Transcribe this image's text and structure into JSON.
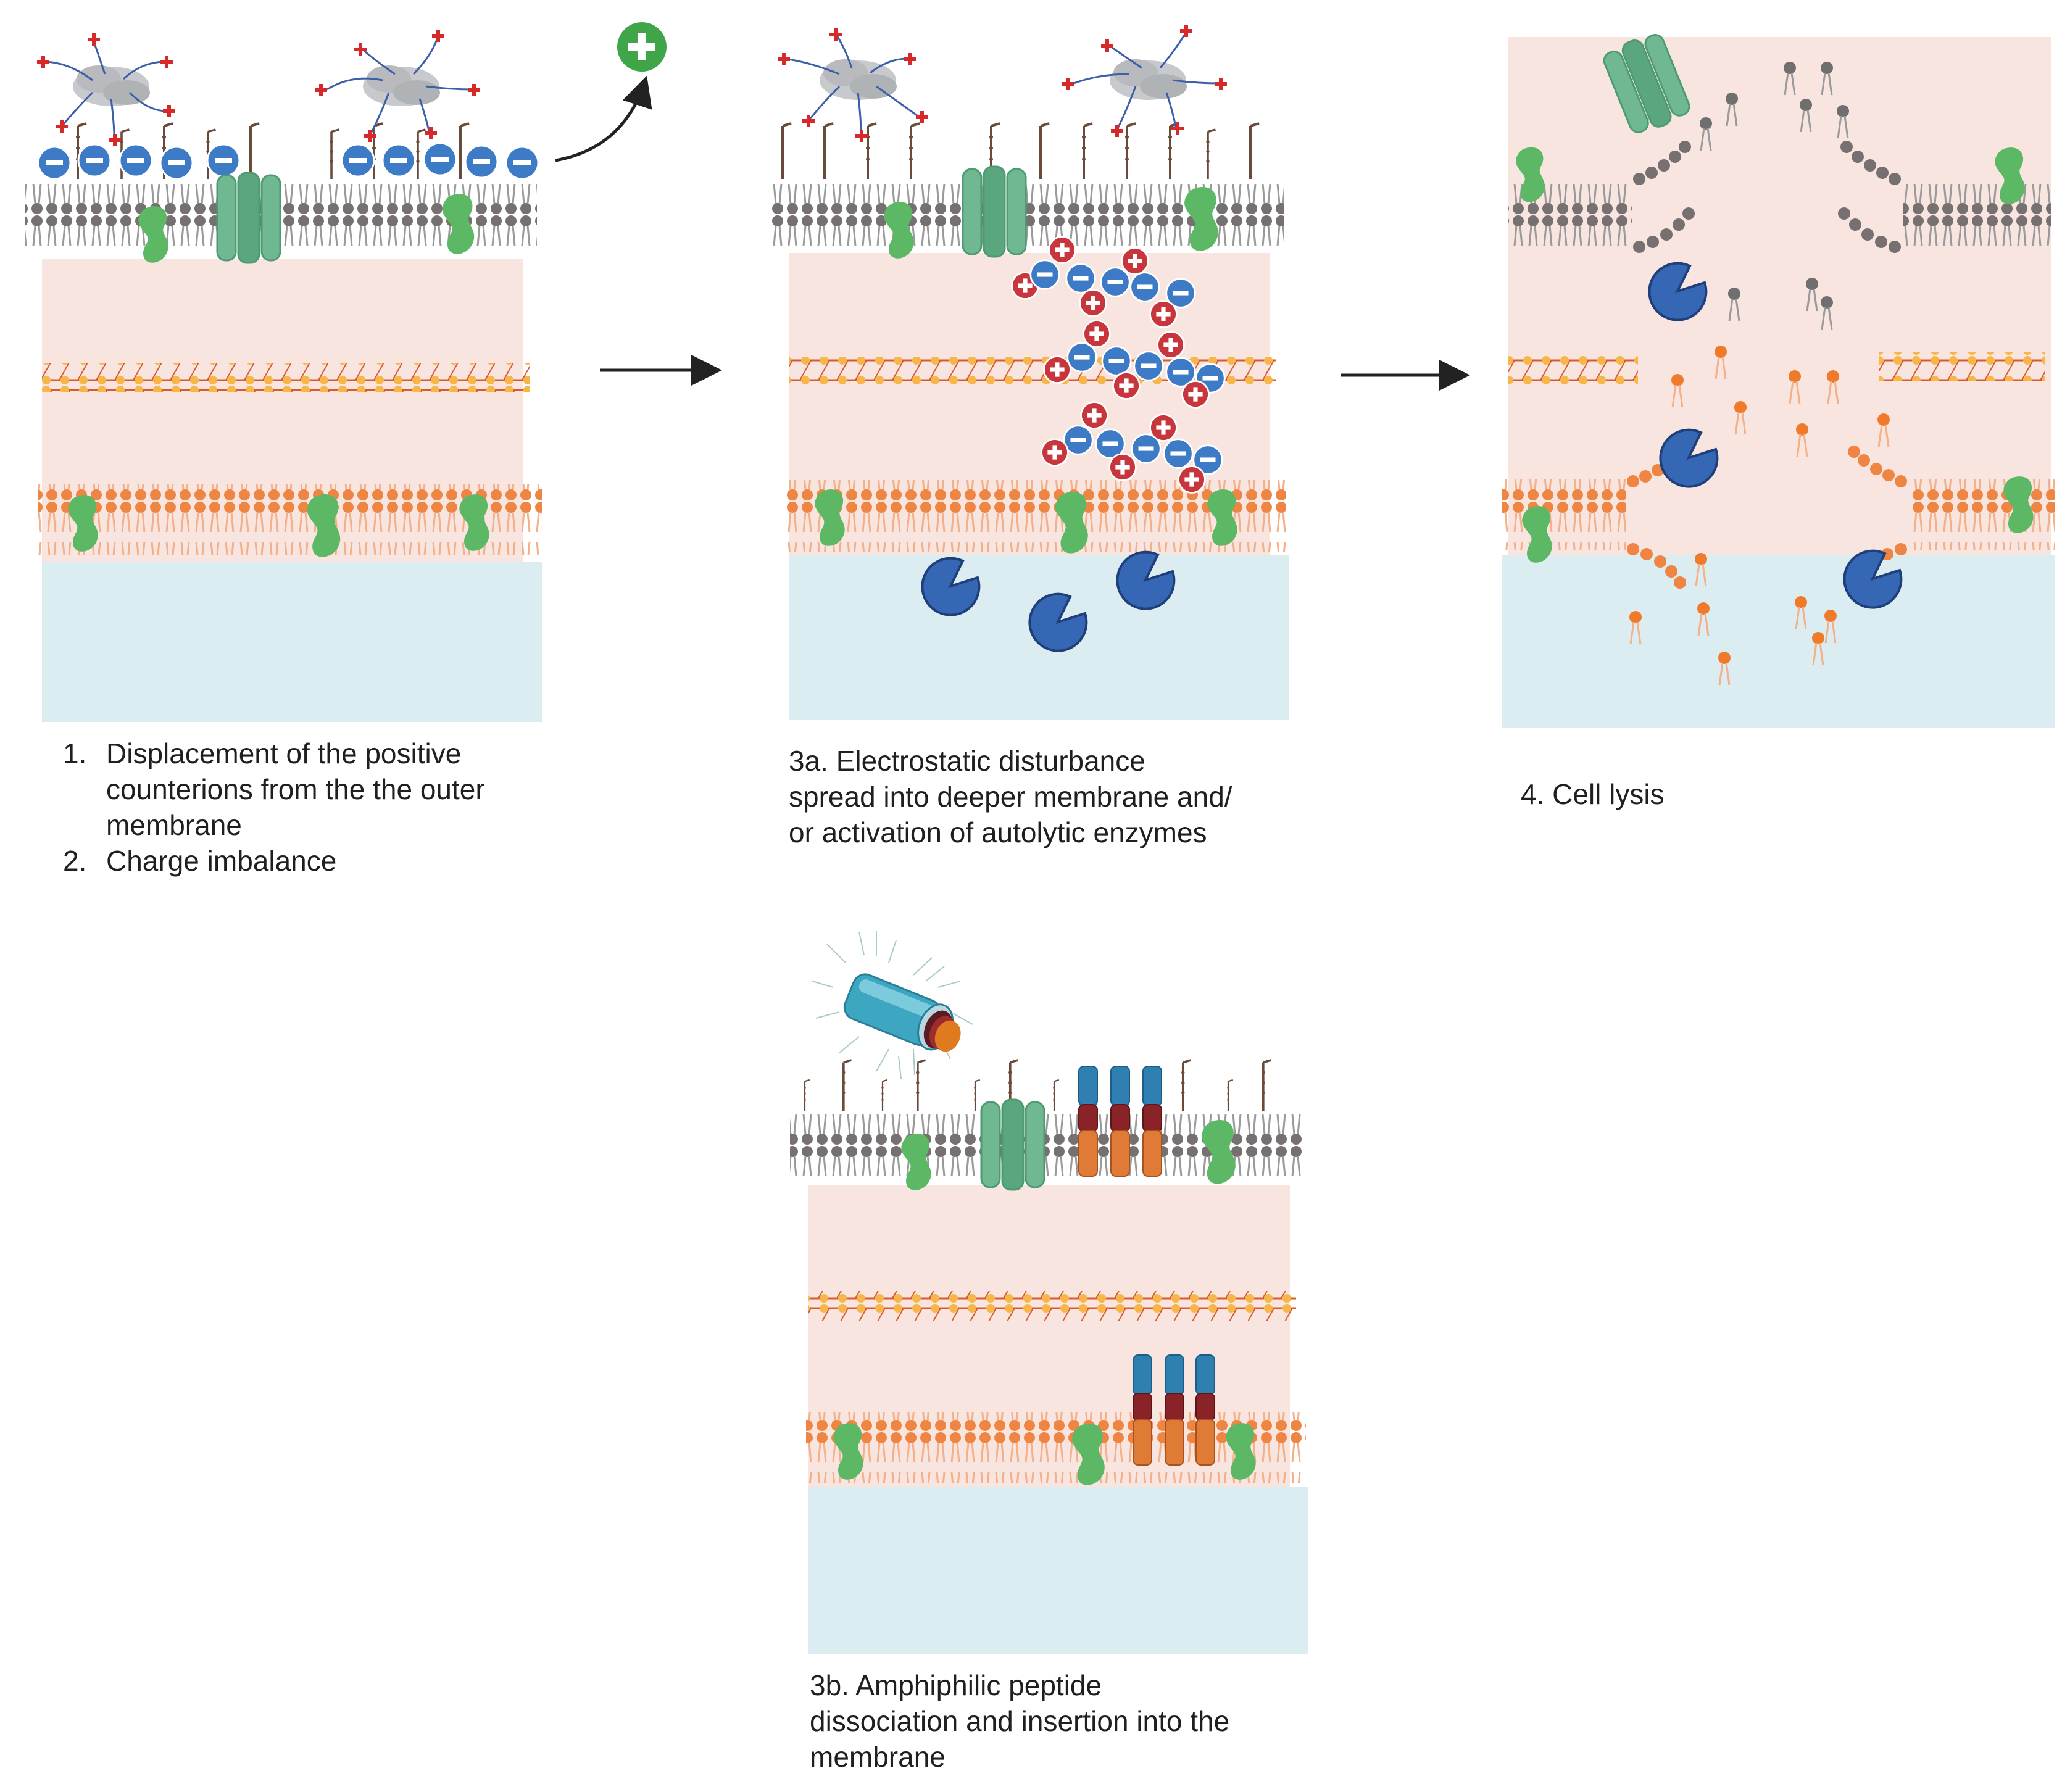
{
  "captions": {
    "panel1": {
      "item1_num": "1.",
      "item1_lines": [
        "Displacement of the positive",
        "counterions from the the outer",
        "membrane"
      ],
      "item2_num": "2.",
      "item2_lines": [
        "Charge imbalance"
      ]
    },
    "panel3a": {
      "lines": [
        "3a. Electrostatic disturbance",
        "spread into deeper membrane and/",
        "or activation of autolytic enzymes"
      ]
    },
    "panel4": {
      "lines": [
        "4. Cell lysis"
      ]
    },
    "panel3b": {
      "lines": [
        "3b. Amphiphilic peptide",
        "dissociation and insertion into the",
        "membrane"
      ]
    }
  },
  "colors": {
    "periplasm": "#f9e5e0",
    "cytoplasm": "#dcedf1",
    "outer_lipid_head": "#767070",
    "inner_lipid_head": "#ef8543",
    "peptidoglycan_node": "#f6b64a",
    "peptidoglycan_strand": "#d95a30",
    "membrane_protein": "#5cb865",
    "porin": "#6fb891",
    "negative_charge": "#3d7bc6",
    "positive_charge": "#c8363d",
    "released_cation": "#3fa548",
    "autolytic_enzyme": "#3567b5",
    "peptide_blue": "#2f7fb0",
    "peptide_dark": "#8a2328",
    "peptide_orange": "#e07a37",
    "arrow": "#222222"
  },
  "icons": [
    "lps-oligosaccharide",
    "positive-counterion-icon",
    "negative-charge-icon",
    "released-cation-icon",
    "porin-icon",
    "membrane-protein-icon",
    "autolytic-enzyme-icon",
    "amphiphilic-peptide-icon",
    "peptide-nanotube-icon"
  ]
}
